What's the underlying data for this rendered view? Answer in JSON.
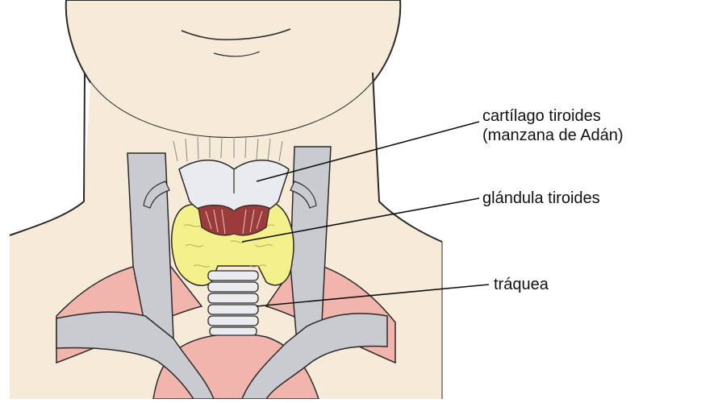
{
  "diagram": {
    "labels": [
      {
        "id": "thyroid-cartilage",
        "lines": [
          "cartílago tiroides",
          "(manzana de Adán)"
        ]
      },
      {
        "id": "thyroid-gland",
        "lines": [
          "glándula tiroides"
        ]
      },
      {
        "id": "trachea",
        "lines": [
          "tráquea"
        ]
      }
    ]
  },
  "colors": {
    "skin": "#f6ead9",
    "vessel_gray": "#c9cbd0",
    "muscle_pink": "#f1b5ae",
    "gland_yellow": "#f4f08c",
    "cartilage": "#e9ebee",
    "outline": "#2a2a2a",
    "larynx_red": "#9b3b3b"
  }
}
